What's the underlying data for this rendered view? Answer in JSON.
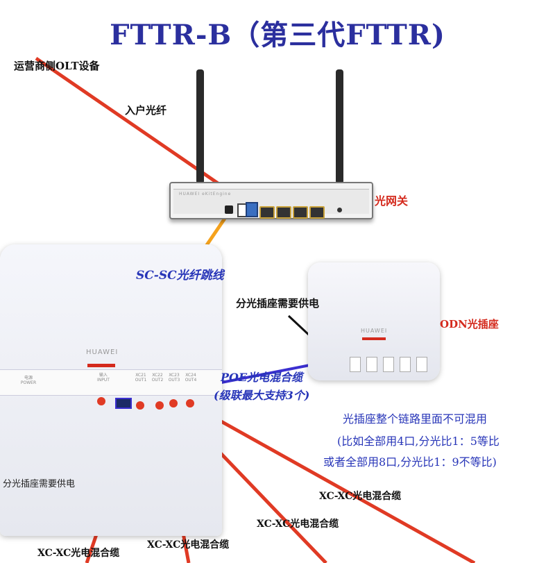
{
  "title": "FTTR-B（第三代FTTR)",
  "labels": {
    "operator_olt": "运营商侧OLT设备",
    "home_fiber": "入户光纤",
    "optical_gateway": "光网关",
    "sc_sc_patch": "SC-SC光纤跳线",
    "odn_power_note": "分光插座需要供电",
    "odn_socket": "ODN光插座",
    "poe_cable_line1": "POE光电混合缆",
    "poe_cable_line2": "(级联最大支持3个)",
    "note_line1": "光插座整个链路里面不可混用",
    "note_line2": "(比如全部用4口,分光比1：5等比",
    "note_line3": "或者全部用8口,分光比1：9不等比)",
    "left_power_note": "分光插座需要供电",
    "xc_cable_a": "XC-XC光电混合缆",
    "xc_cable_b": "XC-XC光电混合缆",
    "xc_cable_c": "XC-XC光电混合缆",
    "xc_cable_d": "XC-XC光电混合缆"
  },
  "device_text": {
    "router_brand": "HUAWEI  eKitEngine",
    "big_brand": "HUAWEI",
    "big_power": "电源\nPOWER",
    "big_input": "输入\nINPUT",
    "big_outputs": [
      "XC21\nOUT1",
      "XC22\nOUT2",
      "XC23\nOUT3",
      "XC24\nOUT4"
    ],
    "odn_brand": "HUAWEI"
  },
  "colors": {
    "title": "#2b2f9e",
    "red_line": "#e03a24",
    "orange_line": "#f5a21d",
    "poe_line": "#3b2fd0",
    "label_red": "#d42a1d",
    "label_blue": "#2735b8"
  }
}
